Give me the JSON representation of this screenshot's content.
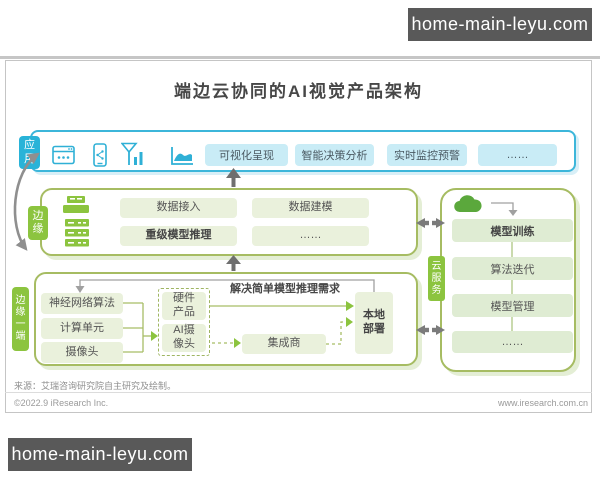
{
  "watermark": {
    "text": "home-main-leyu.com"
  },
  "title": "端边云协同的AI视觉产品架构",
  "layers": {
    "app": {
      "label": "应用",
      "icons": [
        "browser-icon",
        "mobile-icon",
        "antenna-icon",
        "area-chart-icon"
      ],
      "boxes": [
        "可视化呈现",
        "智能决策分析",
        "实时监控预警",
        "……"
      ]
    },
    "edge": {
      "label": "边缘",
      "icons": [
        "gateway-server-icon",
        "server-rack-icon"
      ],
      "boxes": [
        "数据接入",
        "数据建模",
        "重级模型推理",
        "……"
      ]
    },
    "device": {
      "label": "边缘一端",
      "inputs": [
        "神经网络算法",
        "计算单元",
        "摄像头"
      ],
      "note": "解决简单模型推理需求",
      "hardware": [
        "硬件产品",
        "AI摄像头"
      ],
      "integrator": "集成商",
      "deployment": "本地部署"
    },
    "cloud": {
      "label": "云服务",
      "icon": "cloud-icon",
      "boxes": [
        "模型训练",
        "算法迭代",
        "模型管理",
        "……"
      ]
    }
  },
  "footer": {
    "source": "来源：艾瑞咨询研究院自主研究及绘制。",
    "copyright": "©2022.9 iResearch Inc.",
    "website": "www.iresearch.com.cn"
  },
  "colors": {
    "blue_accent": "#3cb6da",
    "blue_badge": "#29b3d8",
    "blue_fill": "#c9ecf6",
    "green_badge": "#8cc43f",
    "olive_border": "#a6bc62",
    "green_fill": "#eaf1dc",
    "cloud_green": "#5ba83c",
    "arrow_gray": "#7b7b7b",
    "watermark_bg": "#595959"
  }
}
